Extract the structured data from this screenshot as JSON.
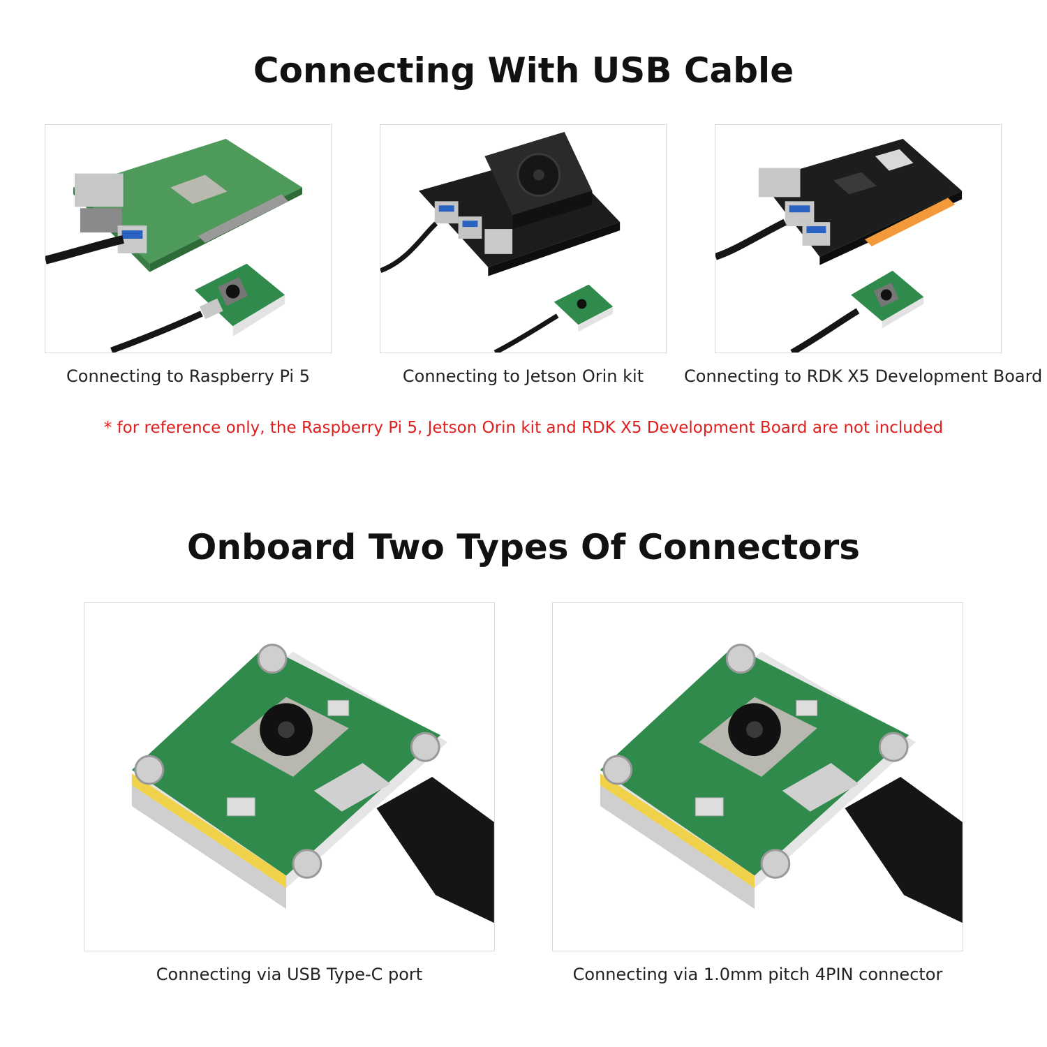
{
  "section1": {
    "title": "Connecting With USB Cable",
    "captions": [
      "Connecting to Raspberry Pi 5",
      "Connecting to Jetson Orin kit",
      "Connecting to RDK X5 Development Board"
    ],
    "note": "* for reference only, the Raspberry Pi 5, Jetson Orin kit and RDK X5 Development Board are not included"
  },
  "section2": {
    "title": "Onboard Two Types Of Connectors",
    "captions": [
      "Connecting via USB Type-C port",
      "Connecting via 1.0mm pitch 4PIN connector"
    ]
  },
  "colors": {
    "note": "#e01e1e",
    "pcb_green": "#2f8a4c",
    "board_dark": "#1c1c1c",
    "cable_black": "#151515"
  }
}
